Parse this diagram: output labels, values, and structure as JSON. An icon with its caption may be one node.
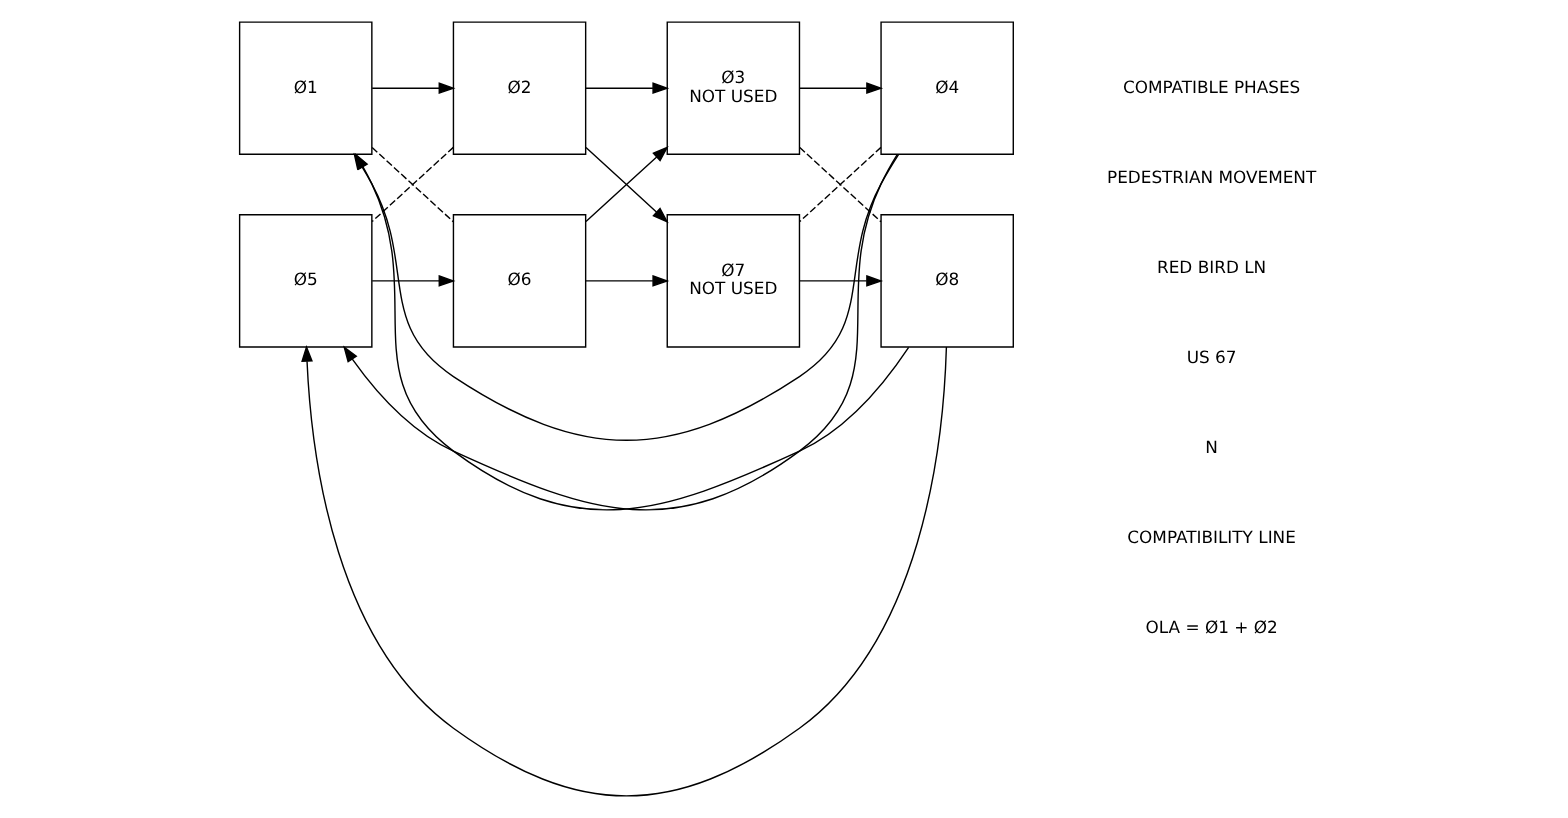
{
  "diagram": {
    "nodes": [
      {
        "text": [
          "Ø1"
        ]
      },
      {
        "text": [
          "Ø2"
        ]
      },
      {
        "text": [
          "Ø5"
        ]
      },
      {
        "text": [
          "Ø6"
        ]
      },
      {
        "text": [
          "Ø3",
          "NOT USED"
        ]
      },
      {
        "text": [
          "Ø4"
        ]
      },
      {
        "text": [
          "Ø7",
          "NOT USED"
        ]
      },
      {
        "text": [
          "Ø8"
        ]
      }
    ],
    "edges": [
      {
        "from": 0,
        "to": 1,
        "arrow": "to"
      },
      {
        "from": 2,
        "to": 3,
        "arrow": "to"
      },
      {
        "from": 4,
        "to": 5,
        "arrow": "to"
      },
      {
        "from": 6,
        "to": 7,
        "arrow": "to"
      },
      {
        "from": 0,
        "to": 3,
        "arrow": "none",
        "style": "dashed"
      },
      {
        "from": 1,
        "to": 2,
        "arrow": "none",
        "style": "dashed"
      },
      {
        "from": 4,
        "to": 7,
        "arrow": "none",
        "style": "dashed"
      },
      {
        "from": 5,
        "to": 6,
        "arrow": "none",
        "style": "dashed"
      },
      {
        "from": 1,
        "to": 4,
        "arrow": "to"
      },
      {
        "from": 1,
        "to": 6,
        "arrow": "to"
      },
      {
        "from": 3,
        "to": 4,
        "arrow": "to"
      },
      {
        "from": 3,
        "to": 6,
        "arrow": "to"
      },
      {
        "from": 5,
        "to": 0,
        "arrow": "to"
      },
      {
        "from": 5,
        "to": 2,
        "arrow": "to"
      },
      {
        "from": 7,
        "to": 0,
        "arrow": "to"
      },
      {
        "from": 7,
        "to": 2,
        "arrow": "to"
      }
    ],
    "labels": [
      "RED BIRD LN",
      "US 67",
      "N",
      "COMPATIBILITY LINE",
      "OLA = Ø1 + Ø2"
    ],
    "legend": [
      {
        "text": "COMPATIBLE PHASES"
      },
      {
        "text": "PEDESTRIAN MOVEMENT"
      }
    ]
  }
}
